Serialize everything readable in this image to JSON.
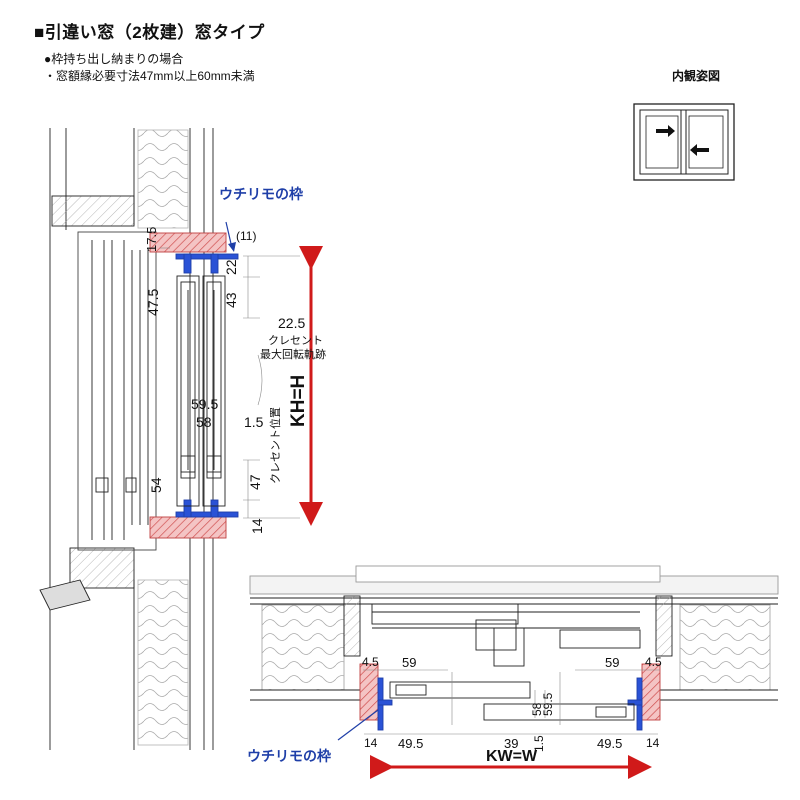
{
  "title": "■引違い窓（2枚建）窓タイプ",
  "notes": [
    "●枠持ち出し納まりの場合",
    "・窓額縁必要寸法47mm以上60mm未満"
  ],
  "inner_view_label": "内観姿図",
  "vertical_section": {
    "frame_label": "ウチリモの枠",
    "dims": {
      "top_17_5": "17.5",
      "d11": "(11)",
      "d22": "22",
      "d43": "43",
      "d47_5": "47.5",
      "d22_5": "22.5",
      "crescent_1": "クレセント",
      "crescent_2": "最大回転軌跡",
      "d59_5": "59.5",
      "d58": "58",
      "d1_5": "1.5",
      "crescent_pos": "クレセント位置",
      "d54": "54",
      "d47": "47",
      "d14": "14",
      "kh": "KH=H"
    }
  },
  "horizontal_section": {
    "frame_label": "ウチリモの枠",
    "dims": {
      "l4_5": "4.5",
      "l59": "59",
      "r59": "59",
      "r4_5": "4.5",
      "d58": "58",
      "d59_5": "59.5",
      "b14_l": "14",
      "b49_5_l": "49.5",
      "b39": "39",
      "b1_5": "1.5",
      "b49_5_r": "49.5",
      "b14_r": "14",
      "kw": "KW=W"
    }
  },
  "colors": {
    "frame_blue": "#1f3fa8",
    "arrow_red": "#d01a1a",
    "hatch_red": "#e07878",
    "line": "#222222"
  }
}
